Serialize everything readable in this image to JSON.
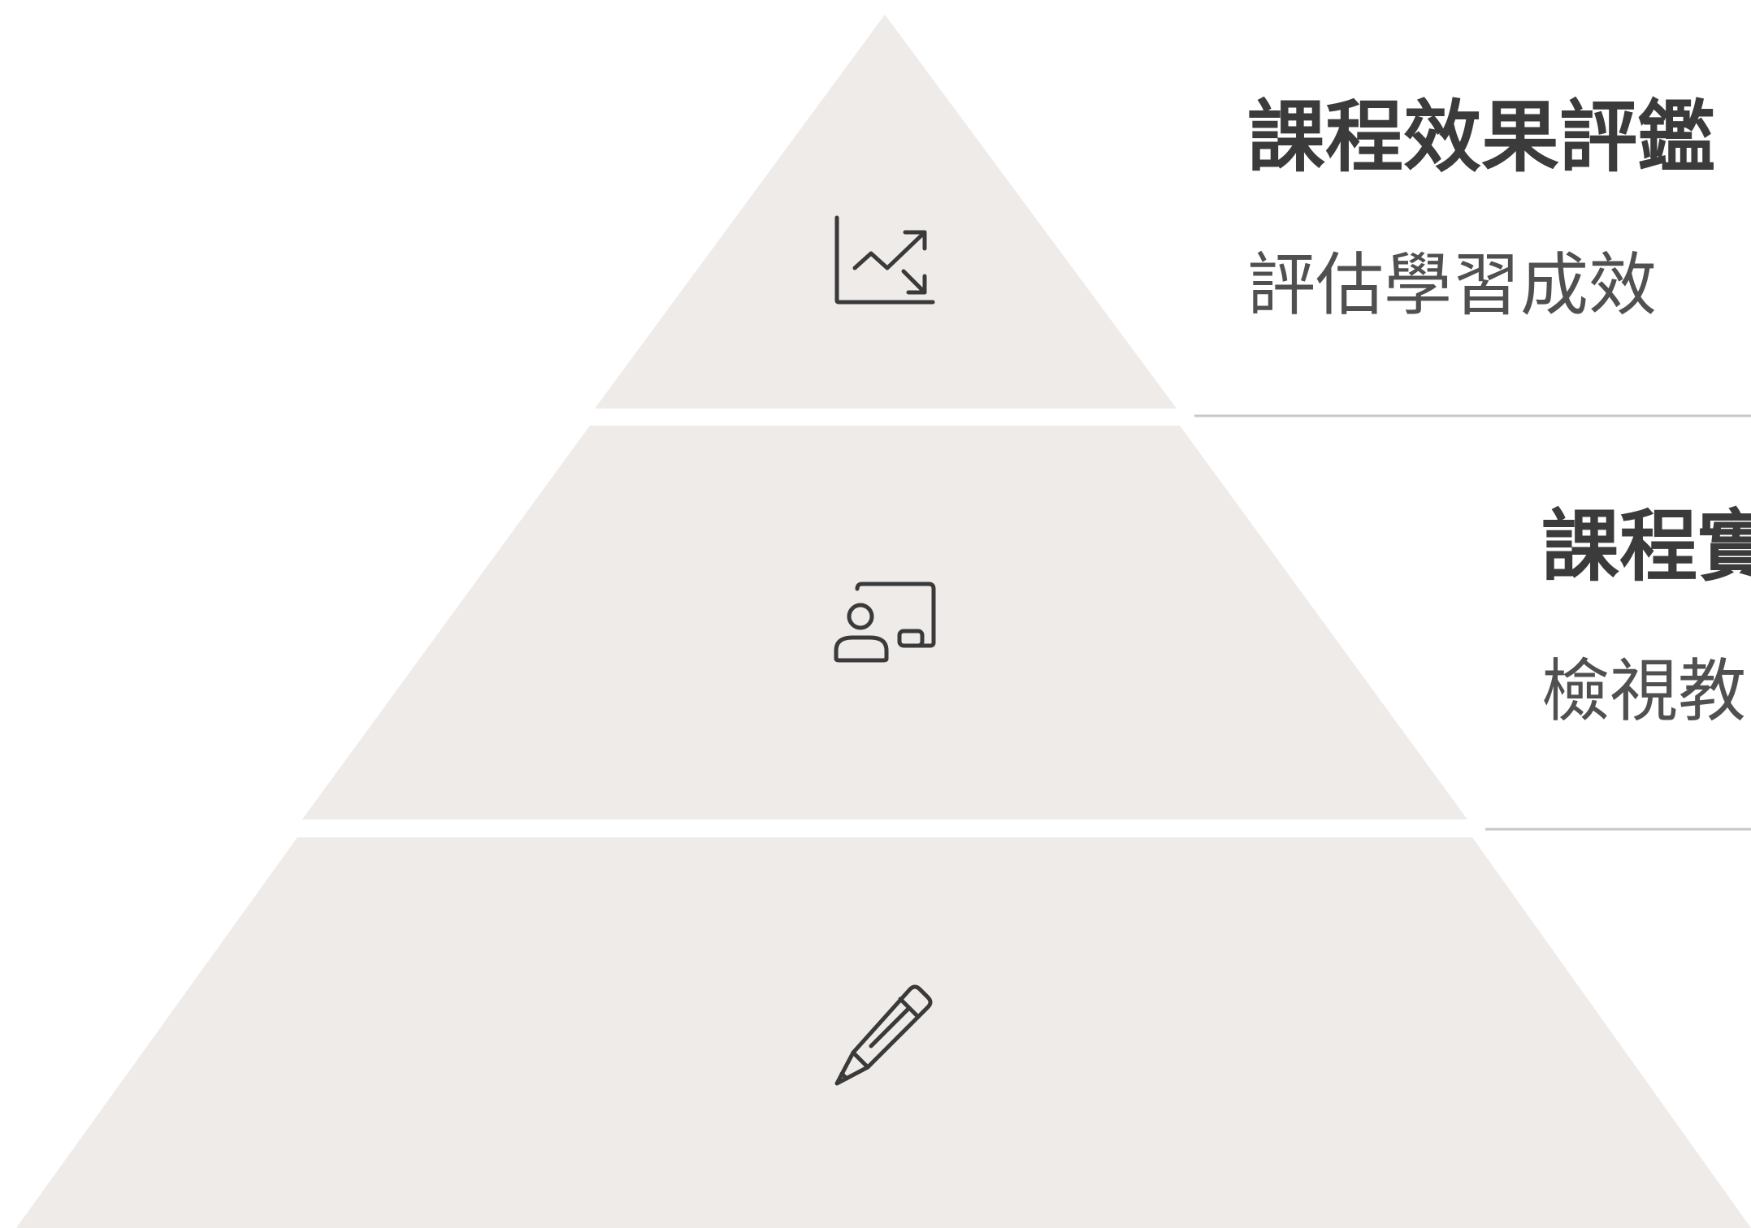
{
  "colors": {
    "tier_fill": "#eeebe9",
    "divider": "#c9c7c5",
    "title_text": "#3b3b3b",
    "desc_text": "#505050",
    "icon_stroke": "#3a3a3a"
  },
  "tiers": [
    {
      "icon": "trend-chart-icon",
      "title": "課程效果評鑑",
      "description": "評估學習成效"
    },
    {
      "icon": "teacher-board-icon",
      "title": "課程實",
      "description": "檢視教"
    },
    {
      "icon": "pencil-icon",
      "title": "",
      "description": ""
    }
  ]
}
